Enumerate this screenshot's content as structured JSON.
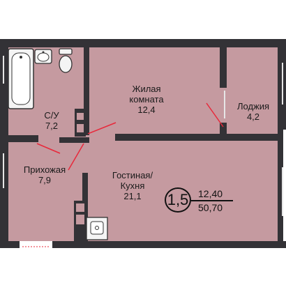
{
  "colors": {
    "room_fill": "#c59aa0",
    "wall": "#333236",
    "door_mark": "#e8283a",
    "fixture": "#f4f4f4",
    "background": "#ffffff"
  },
  "rooms": [
    {
      "id": "living-room",
      "name_lines": [
        "Жилая",
        "комната"
      ],
      "area": "12,4"
    },
    {
      "id": "loggia",
      "name_lines": [
        "Лоджия"
      ],
      "area": "4,2"
    },
    {
      "id": "bathroom",
      "name_lines": [
        "С/У"
      ],
      "area": "7,2"
    },
    {
      "id": "hallway",
      "name_lines": [
        "Прихожая"
      ],
      "area": "7,9"
    },
    {
      "id": "kitchen-living",
      "name_lines": [
        "Гостиная/",
        "Кухня"
      ],
      "area": "21,1"
    }
  ],
  "badge": {
    "rooms": "1,5",
    "living_area": "12,40",
    "total_area": "50,70"
  },
  "fixtures": [
    "bathtub-icon",
    "sink-icon",
    "toilet-icon",
    "stove-icon"
  ]
}
